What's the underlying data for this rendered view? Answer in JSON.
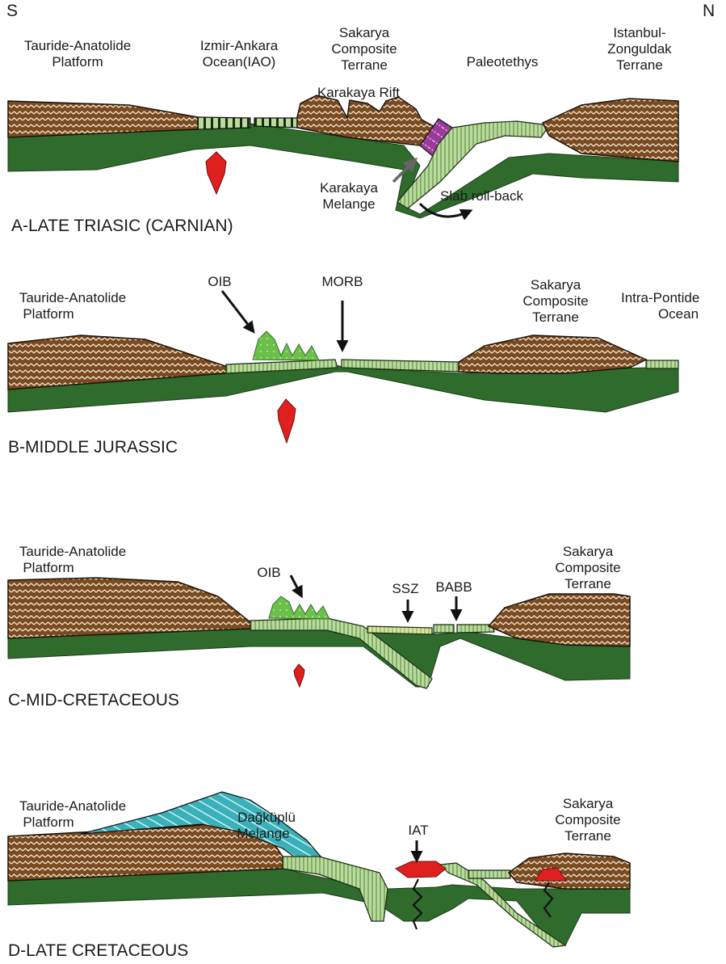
{
  "compass": {
    "south": "S",
    "north": "N"
  },
  "panelA": {
    "caption": "A-LATE TRIASIC (CARNIAN)",
    "labels": {
      "tauride_1": "Tauride-Anatolide",
      "tauride_2": "Platform",
      "iao_1": "Izmir-Ankara",
      "iao_2": "Ocean(IAO)",
      "sakarya_1": "Sakarya",
      "sakarya_2": "Composite",
      "sakarya_3": "Terrane",
      "paleotethys": "Paleotethys",
      "istanbul_1": "Istanbul-",
      "istanbul_2": "Zonguldak",
      "istanbul_3": "Terrane",
      "karakaya_rift": "Karakaya Rift",
      "melange_1": "Karakaya",
      "melange_2": "Melange",
      "rollback": "Slab roll-back"
    }
  },
  "panelB": {
    "caption": "B-MIDDLE JURASSIC",
    "labels": {
      "tauride_1": "Tauride-Anatolide",
      "tauride_2": "Platform",
      "oib": "OIB",
      "morb": "MORB",
      "sakarya_1": "Sakarya",
      "sakarya_2": "Composite",
      "sakarya_3": "Terrane",
      "intra_1": "Intra-Pontide",
      "intra_2": "Ocean"
    }
  },
  "panelC": {
    "caption": "C-MID-CRETACEOUS",
    "labels": {
      "tauride_1": "Tauride-Anatolide",
      "tauride_2": "Platform",
      "oib": "OIB",
      "ssz": "SSZ",
      "babb": "BABB",
      "sakarya_1": "Sakarya",
      "sakarya_2": "Composite",
      "sakarya_3": "Terrane"
    }
  },
  "panelD": {
    "caption": "D-LATE CRETACEOUS",
    "labels": {
      "tauride_1": "Tauride-Anatolide",
      "tauride_2": "Platform",
      "dag_1": "Dağküplü",
      "dag_2": "Melange",
      "iat": "IAT",
      "sakarya_1": "Sakarya",
      "sakarya_2": "Composite",
      "sakarya_3": "Terrane"
    }
  },
  "colors": {
    "crust": "#7a4a21",
    "mantle": "#2f6b2c",
    "oceanic_crust": "#b9dc9c",
    "ssz_crust": "#d6e6a0",
    "magma": "#e0201e",
    "melange_karakaya": "#9a3a9a",
    "melange_dagkuplu": "#3ab0b8",
    "oib_volcano": "#6cc04a"
  }
}
